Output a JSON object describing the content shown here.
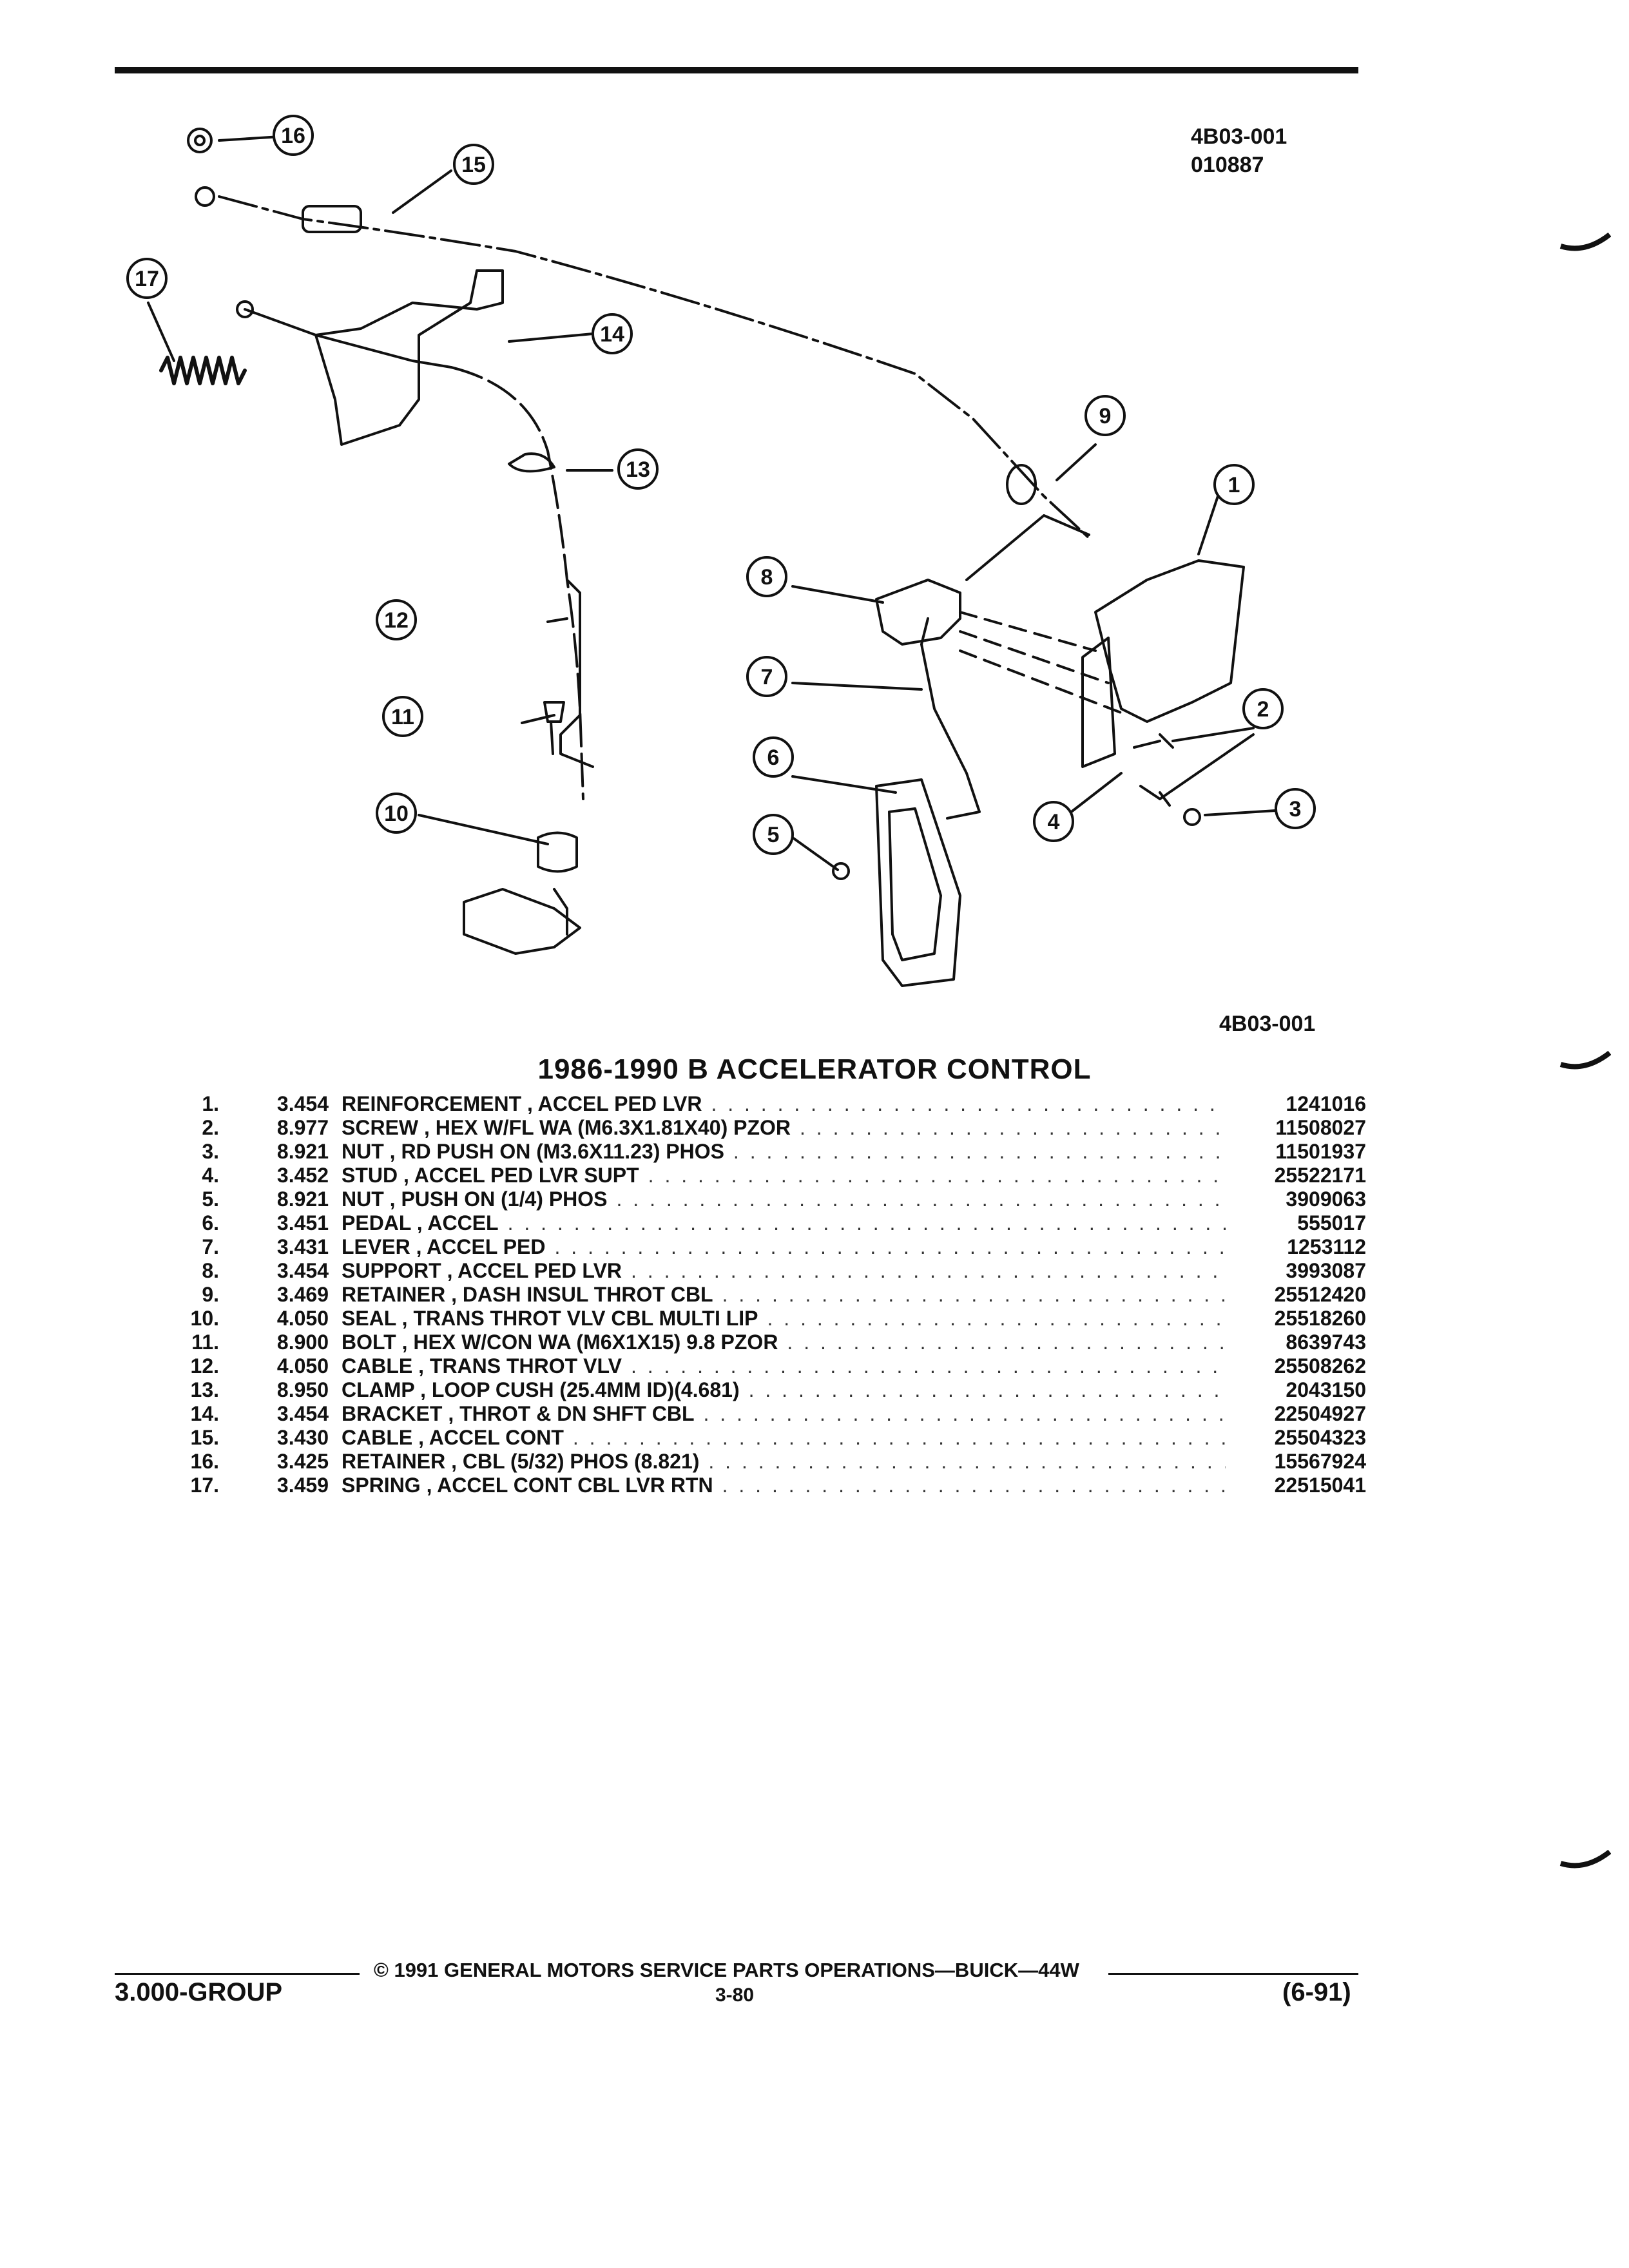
{
  "figure": {
    "id_top": "4B03-001",
    "code_top": "010887",
    "id_bottom": "4B03-001",
    "callouts": [
      "1",
      "2",
      "3",
      "4",
      "5",
      "6",
      "7",
      "8",
      "9",
      "10",
      "11",
      "12",
      "13",
      "14",
      "15",
      "16",
      "17"
    ]
  },
  "title": "1986-1990 B ACCELERATOR CONTROL",
  "parts": [
    {
      "num": "1.",
      "group": "3.454",
      "name": "REINFORCEMENT",
      "desc": "ACCEL PED LVR",
      "part": "1241016"
    },
    {
      "num": "2.",
      "group": "8.977",
      "name": "SCREW",
      "desc": "HEX W/FL WA (M6.3X1.81X40) PZOR",
      "part": "11508027"
    },
    {
      "num": "3.",
      "group": "8.921",
      "name": "NUT",
      "desc": "RD PUSH ON (M3.6X11.23) PHOS",
      "part": "11501937"
    },
    {
      "num": "4.",
      "group": "3.452",
      "name": "STUD",
      "desc": "ACCEL PED LVR SUPT",
      "part": "25522171"
    },
    {
      "num": "5.",
      "group": "8.921",
      "name": "NUT",
      "desc": "PUSH ON (1/4) PHOS",
      "part": "3909063"
    },
    {
      "num": "6.",
      "group": "3.451",
      "name": "PEDAL",
      "desc": "ACCEL",
      "part": "555017"
    },
    {
      "num": "7.",
      "group": "3.431",
      "name": "LEVER",
      "desc": "ACCEL PED",
      "part": "1253112"
    },
    {
      "num": "8.",
      "group": "3.454",
      "name": "SUPPORT",
      "desc": "ACCEL PED LVR",
      "part": "3993087"
    },
    {
      "num": "9.",
      "group": "3.469",
      "name": "RETAINER",
      "desc": "DASH INSUL THROT CBL",
      "part": "25512420"
    },
    {
      "num": "10.",
      "group": "4.050",
      "name": "SEAL",
      "desc": "TRANS THROT VLV CBL MULTI LIP",
      "part": "25518260"
    },
    {
      "num": "11.",
      "group": "8.900",
      "name": "BOLT",
      "desc": "HEX W/CON WA (M6X1X15) 9.8 PZOR",
      "part": "8639743"
    },
    {
      "num": "12.",
      "group": "4.050",
      "name": "CABLE",
      "desc": "TRANS THROT VLV",
      "part": "25508262"
    },
    {
      "num": "13.",
      "group": "8.950",
      "name": "CLAMP",
      "desc": "LOOP CUSH (25.4MM ID)(4.681)",
      "part": "2043150"
    },
    {
      "num": "14.",
      "group": "3.454",
      "name": "BRACKET",
      "desc": "THROT & DN SHFT CBL",
      "part": "22504927"
    },
    {
      "num": "15.",
      "group": "3.430",
      "name": "CABLE",
      "desc": "ACCEL CONT",
      "part": "25504323"
    },
    {
      "num": "16.",
      "group": "3.425",
      "name": "RETAINER",
      "desc": "CBL (5/32) PHOS (8.821)",
      "part": "15567924"
    },
    {
      "num": "17.",
      "group": "3.459",
      "name": "SPRING",
      "desc": "ACCEL CONT CBL LVR RTN",
      "part": "22515041"
    }
  ],
  "footer": {
    "copyright": "© 1991 GENERAL MOTORS SERVICE PARTS OPERATIONS—BUICK—44W",
    "group": "3.000-GROUP",
    "page": "3-80",
    "date": "(6-91)"
  }
}
